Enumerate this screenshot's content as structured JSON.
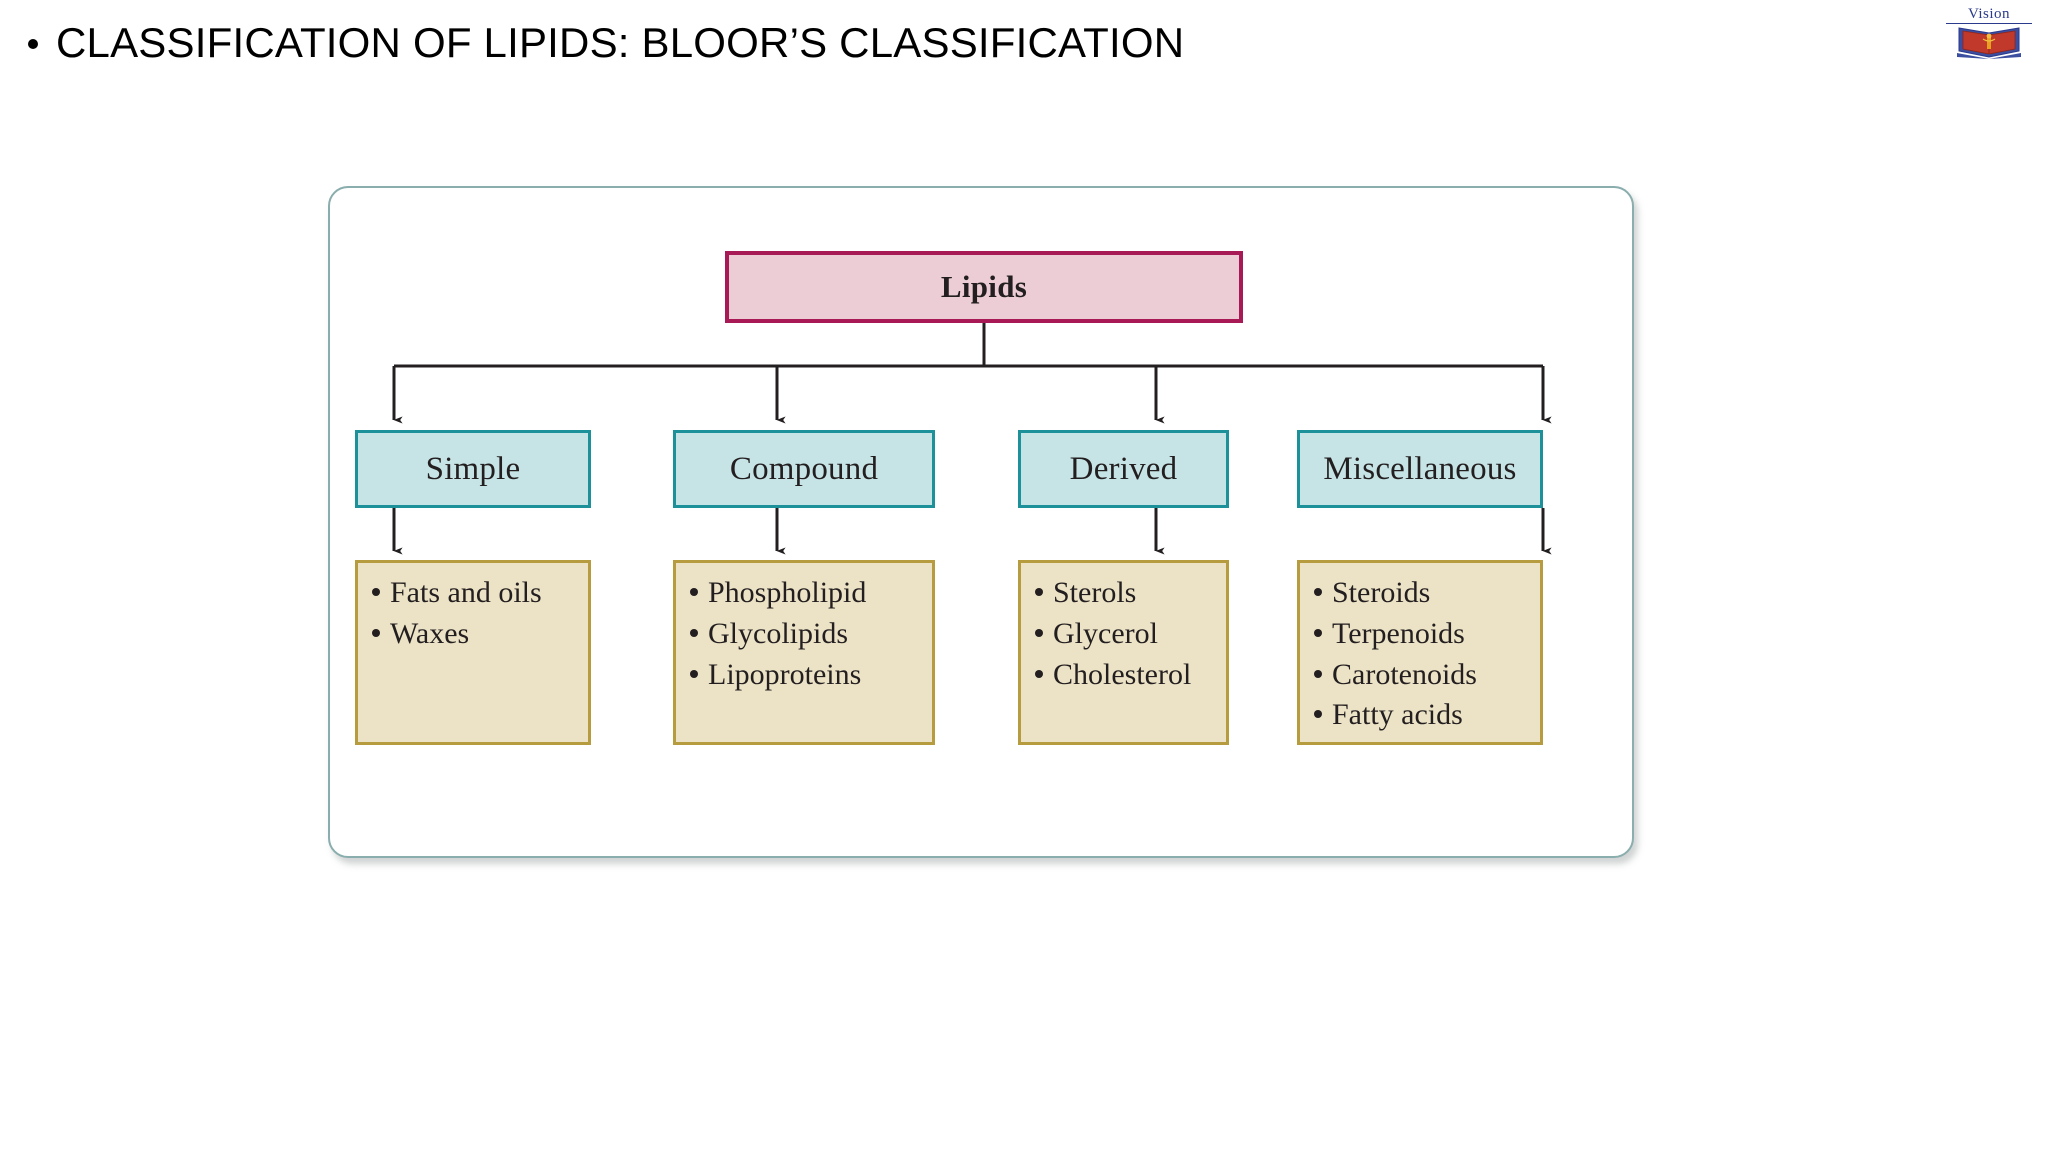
{
  "slide": {
    "title": "CLASSIFICATION OF LIPIDS: BLOOR’S CLASSIFICATION",
    "bullet_glyph": "•"
  },
  "logo": {
    "name": "vision-logo",
    "word": "Vision"
  },
  "colors": {
    "root_fill": "#eccdd5",
    "root_border": "#a81a56",
    "category_fill": "#c6e3e5",
    "category_border": "#1c9199",
    "items_fill": "#ece2c5",
    "items_border": "#b79b3f",
    "container_border": "#8aadad",
    "text": "#231f20",
    "connector": "#231f20"
  },
  "diagram": {
    "root": {
      "label": "Lipids"
    },
    "columns": [
      {
        "key": "simple",
        "category": "Simple",
        "items": [
          "Fats and oils",
          "Waxes"
        ]
      },
      {
        "key": "compound",
        "category": "Compound",
        "items": [
          "Phospholipid",
          "Glycolipids",
          "Lipoproteins"
        ]
      },
      {
        "key": "derived",
        "category": "Derived",
        "items": [
          "Sterols",
          "Glycerol",
          "Cholesterol"
        ]
      },
      {
        "key": "miscellaneous",
        "category": "Miscellaneous",
        "items": [
          "Steroids",
          "Terpenoids",
          "Carotenoids",
          "Fatty acids"
        ]
      }
    ]
  }
}
